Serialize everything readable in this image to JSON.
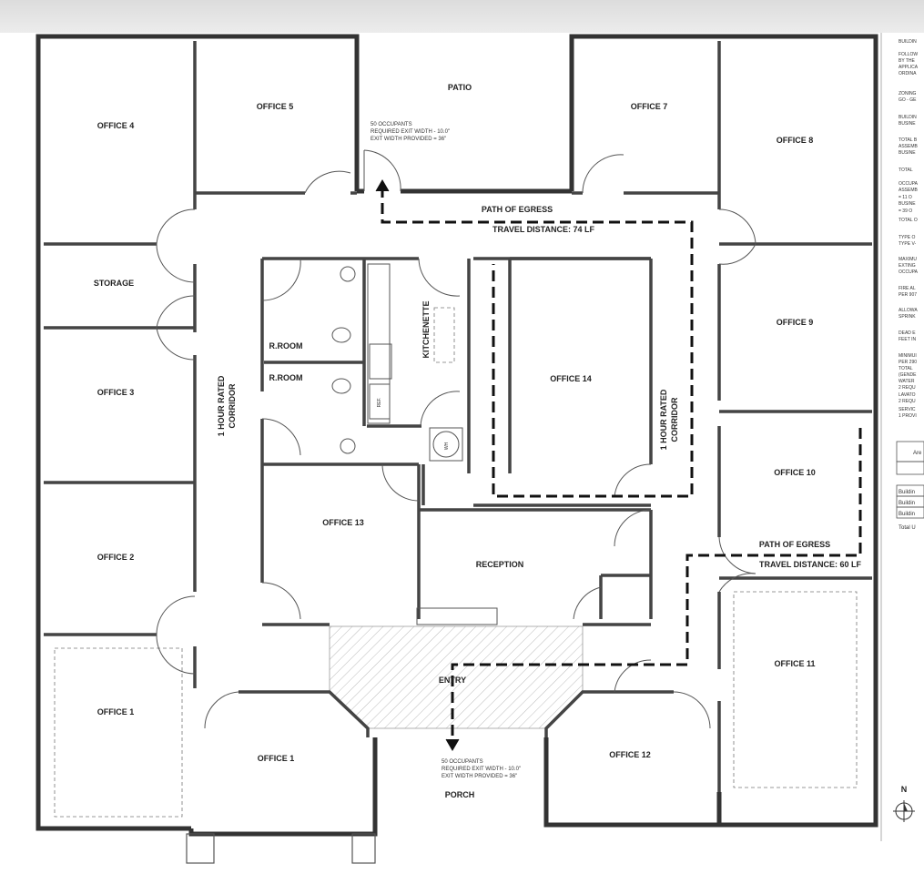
{
  "rooms": {
    "office4": "OFFICE 4",
    "office5": "OFFICE 5",
    "patio": "PATIO",
    "office7": "OFFICE 7",
    "office8": "OFFICE 8",
    "storage": "STORAGE",
    "office3": "OFFICE 3",
    "office2": "OFFICE 2",
    "office1_left": "OFFICE 1",
    "office1_bottom": "OFFICE 1",
    "office9": "OFFICE 9",
    "office10": "OFFICE 10",
    "office11": "OFFICE 11",
    "office12": "OFFICE 12",
    "office13": "OFFICE 13",
    "office14": "OFFICE 14",
    "reception": "RECEPTION",
    "entry": "ENTRY",
    "porch": "PORCH",
    "rroom_top": "R.ROOM",
    "rroom_bottom": "R.ROOM",
    "kitchenette": "KITCHENETTE",
    "ref": "REF.",
    "wh": "WH"
  },
  "corridors": {
    "left_line1": "1 HOUR RATED",
    "left_line2": "CORRIDOR",
    "right_line1": "1 HOUR RATED",
    "right_line2": "CORRIDOR"
  },
  "egress": {
    "top_title": "PATH OF EGRESS",
    "top_distance": "TRAVEL DISTANCE: 74 LF",
    "right_title": "PATH OF EGRESS",
    "right_distance": "TRAVEL DISTANCE: 60 LF"
  },
  "notes": {
    "patio_1": "50 OCCUPANTS",
    "patio_2": "REQUIRED EXIT WIDTH - 10.0\"",
    "patio_3": "EXIT WIDTH PROVIDED = 36\"",
    "porch_1": "50 OCCUPANTS",
    "porch_2": "REQUIRED EXIT WIDTH - 10.0\"",
    "porch_3": "EXIT WIDTH PROVIDED = 36\""
  },
  "side_notes": [
    "BUILDIN",
    "FOLLOW",
    "BY THE",
    "APPLICA",
    "ORDINA",
    "ZONING",
    "GO - GE",
    "BUILDIN",
    "BUSINE",
    "TOTAL B",
    "ASSEMB",
    "BUSINE",
    "TOTAL",
    "OCCUPA",
    "ASSEMB",
    "= 11 O",
    "BUSINE",
    "= 39 O",
    "TOTAL O",
    "TYPE O",
    "TYPE V-",
    "MAXIMU",
    "EXTING",
    "OCCUPA",
    "FIRE AL",
    "PER 907",
    "ALLOWA",
    "SPRINK",
    "DEAD E",
    "FEET IN",
    "MINIMUI",
    "PER 290",
    "TOTAL",
    "(GENDE",
    "WATER",
    "2 REQU",
    "LAVATO",
    "2 REQU",
    "SERVIC",
    "1 PROVI"
  ],
  "table": {
    "header": "Are",
    "rows": [
      "Buildin",
      "Buildin",
      "Buildin"
    ],
    "total": "Total U"
  },
  "north": "N"
}
